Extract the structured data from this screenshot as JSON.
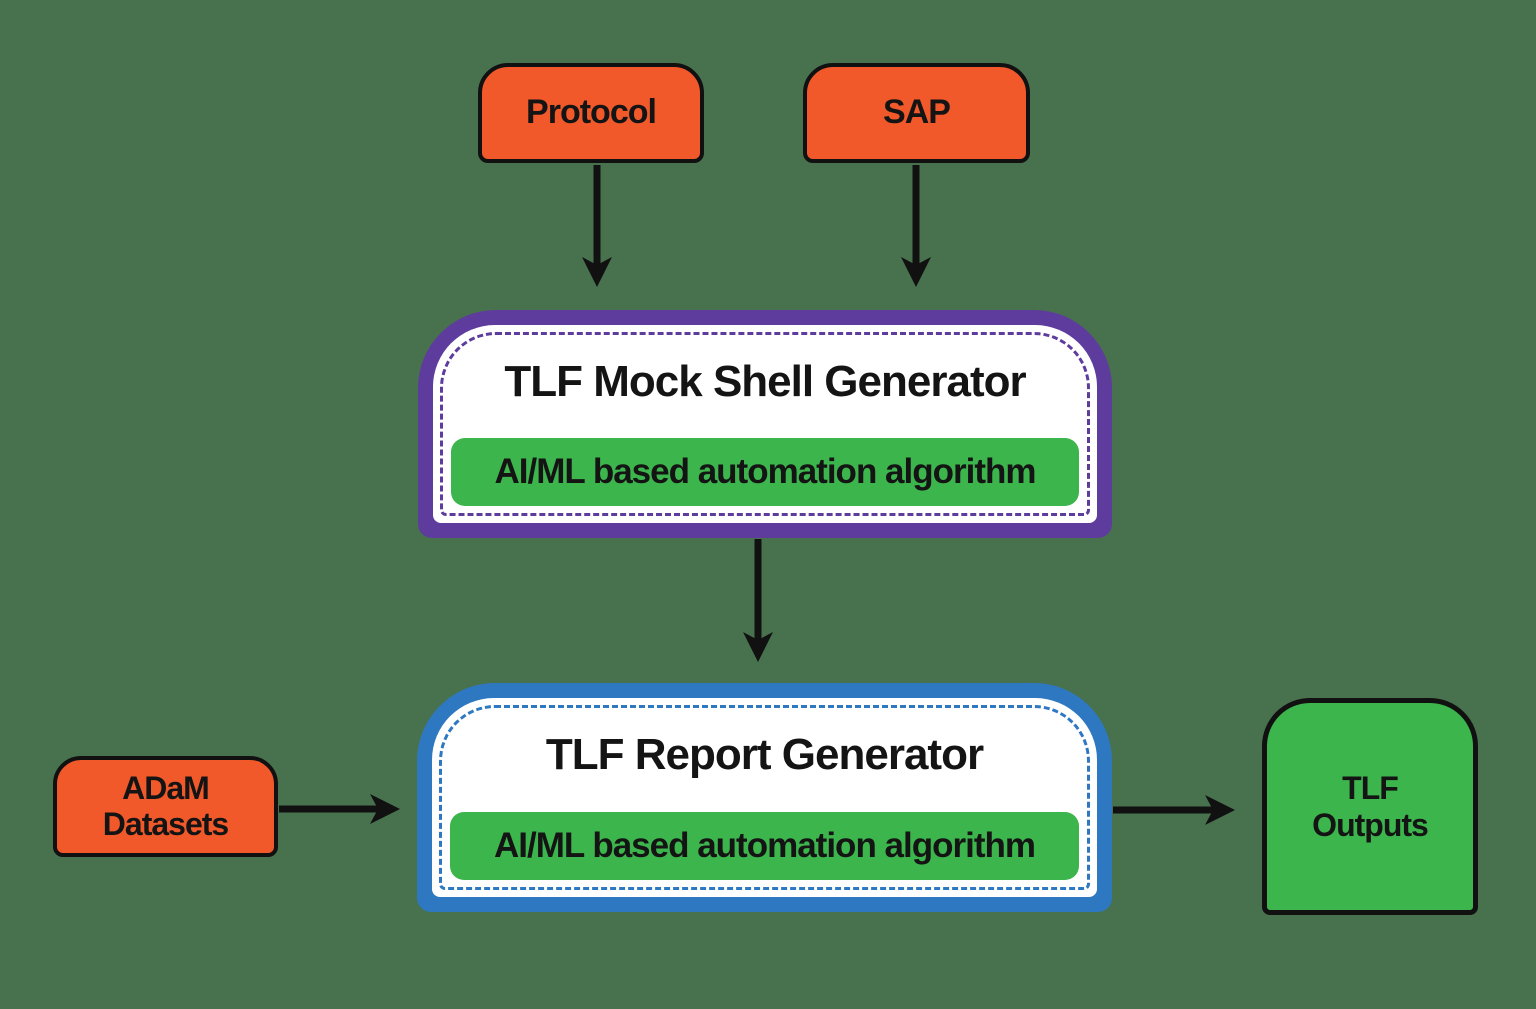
{
  "diagram": {
    "type": "flowchart",
    "background_color": "#48714E",
    "colors": {
      "node_orange": "#F1592A",
      "node_green": "#3DB54D",
      "border_purple": "#5E3C9E",
      "border_blue": "#2E78C2",
      "node_white": "#FFFFFF",
      "arrow_black": "#111111",
      "text_black": "#141414"
    },
    "nodes": {
      "protocol": {
        "label": "Protocol"
      },
      "sap": {
        "label": "SAP"
      },
      "mock_shell_generator": {
        "title": "TLF Mock Shell Generator",
        "badge": "AI/ML based automation algorithm"
      },
      "report_generator": {
        "title": "TLF Report Generator",
        "badge": "AI/ML based automation algorithm"
      },
      "adam_datasets": {
        "line1": "ADaM",
        "line2": "Datasets"
      },
      "tlf_outputs": {
        "line1": "TLF",
        "line2": "Outputs"
      }
    },
    "edges": [
      {
        "from": "protocol",
        "to": "mock_shell_generator"
      },
      {
        "from": "sap",
        "to": "mock_shell_generator"
      },
      {
        "from": "mock_shell_generator",
        "to": "report_generator"
      },
      {
        "from": "adam_datasets",
        "to": "report_generator"
      },
      {
        "from": "report_generator",
        "to": "tlf_outputs"
      }
    ]
  }
}
